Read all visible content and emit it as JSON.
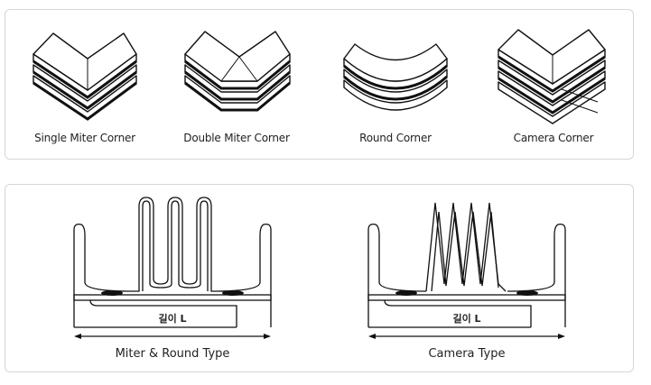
{
  "corners": [
    {
      "label": "Single Miter Corner",
      "icon": "single-miter-corner"
    },
    {
      "label": "Double Miter Corner",
      "icon": "double-miter-corner"
    },
    {
      "label": "Round Corner",
      "icon": "round-corner"
    },
    {
      "label": "Camera Corner",
      "icon": "camera-corner"
    }
  ],
  "types": [
    {
      "label": "Miter & Round Type",
      "length_label": "길이 L"
    },
    {
      "label": "Camera Type",
      "length_label": "길이 L"
    }
  ]
}
